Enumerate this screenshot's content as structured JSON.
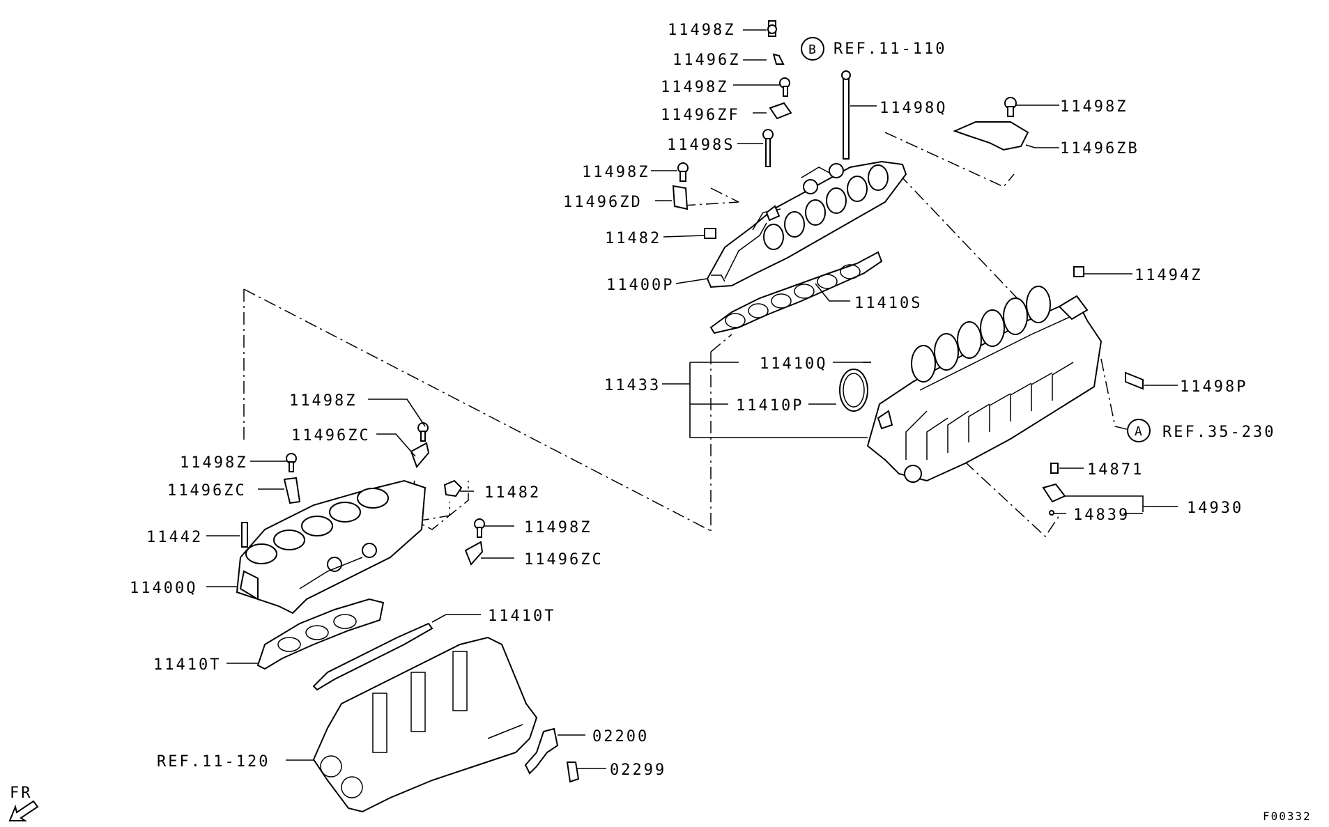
{
  "diagram": {
    "labels": {
      "l_11498Z_a": "11498Z",
      "l_11496Z": "11496Z",
      "l_11498Z_b": "11498Z",
      "l_11496ZF": "11496ZF",
      "l_11498S": "11498S",
      "l_11498Z_c": "11498Z",
      "l_11496ZD": "11496ZD",
      "l_11482_a": "11482",
      "l_11400P": "11400P",
      "l_11410S": "11410S",
      "l_11498Q": "11498Q",
      "l_ref_11_110": "REF.11-110",
      "l_11498Z_d": "11498Z",
      "l_11496ZB": "11496ZB",
      "l_11494Z": "11494Z",
      "l_11410Q": "11410Q",
      "l_11433": "11433",
      "l_11410P": "11410P",
      "l_11498P": "11498P",
      "l_ref_35_230": "REF.35-230",
      "l_14871": "14871",
      "l_14930": "14930",
      "l_14839": "14839",
      "l_11498Z_e": "11498Z",
      "l_11496ZC_a": "11496ZC",
      "l_11498Z_f": "11498Z",
      "l_11496ZC_b": "11496ZC",
      "l_11482_b": "11482",
      "l_11442": "11442",
      "l_11498Z_g": "11498Z",
      "l_11496ZC_c": "11496ZC",
      "l_11400Q": "11400Q",
      "l_11410T_a": "11410T",
      "l_11410T_b": "11410T",
      "l_02200": "02200",
      "l_02299": "02299",
      "l_ref_11_120": "REF.11-120",
      "fr": "FR",
      "figure_code": "F00332",
      "circle_a": "A",
      "circle_b": "B"
    }
  }
}
